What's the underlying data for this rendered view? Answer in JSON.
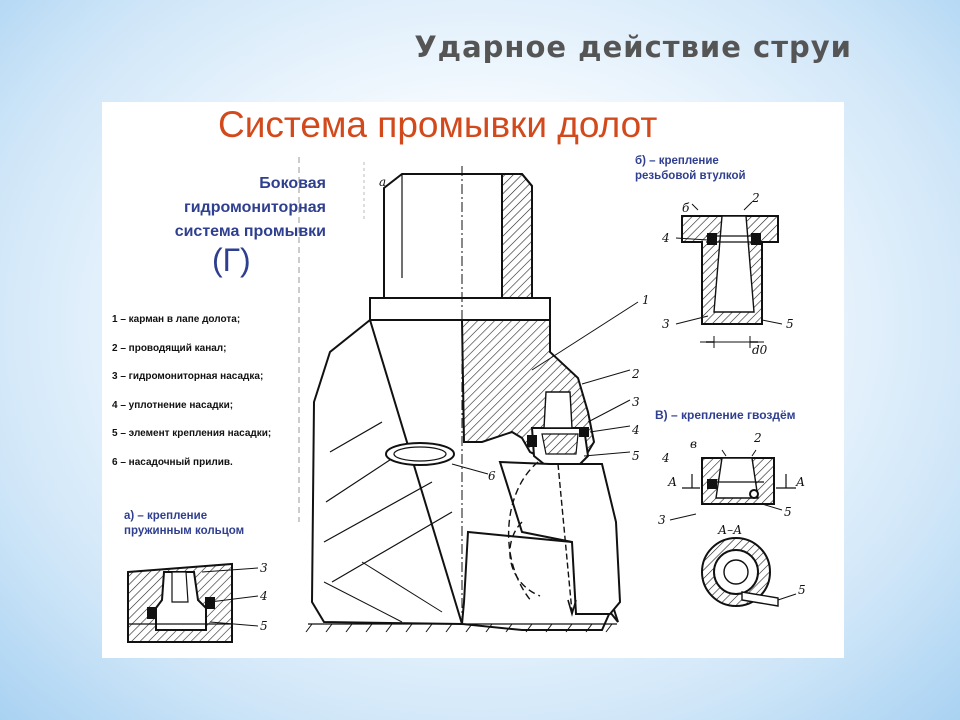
{
  "slide": {
    "title": "Ударное действие струи"
  },
  "figure": {
    "title": "Система промывки долот",
    "side_title_lines": [
      "Боковая",
      "гидромониторная",
      "система промывки"
    ],
    "side_title_code": "(Г)",
    "legend": [
      "1 – карман в лапе долота;",
      "2 – проводящий канал;",
      "3 – гидромониторная насадка;",
      "4 – уплотнение насадки;",
      "5 – элемент крепления насадки;",
      "6 – насадочный прилив."
    ],
    "variant_a": [
      "а) – крепление",
      "пружинным кольцом"
    ],
    "variant_b": [
      "б) – крепление",
      "резьбовой втулкой"
    ],
    "variant_v": "В) – крепление гвоздём",
    "main_drawing_labels": [
      "а",
      "1",
      "2",
      "3",
      "4",
      "5",
      "6"
    ],
    "detail_a_labels": [
      "3",
      "4",
      "5"
    ],
    "detail_b_labels": [
      "б",
      "2",
      "4",
      "3",
      "5",
      "d0"
    ],
    "detail_v_labels": [
      "в",
      "2",
      "4",
      "А",
      "А",
      "3",
      "5",
      "А–А",
      "5"
    ]
  },
  "colors": {
    "title_red": "#d24a1b",
    "caption_blue": "#2f3f8f",
    "slide_title_gray": "#555555"
  }
}
